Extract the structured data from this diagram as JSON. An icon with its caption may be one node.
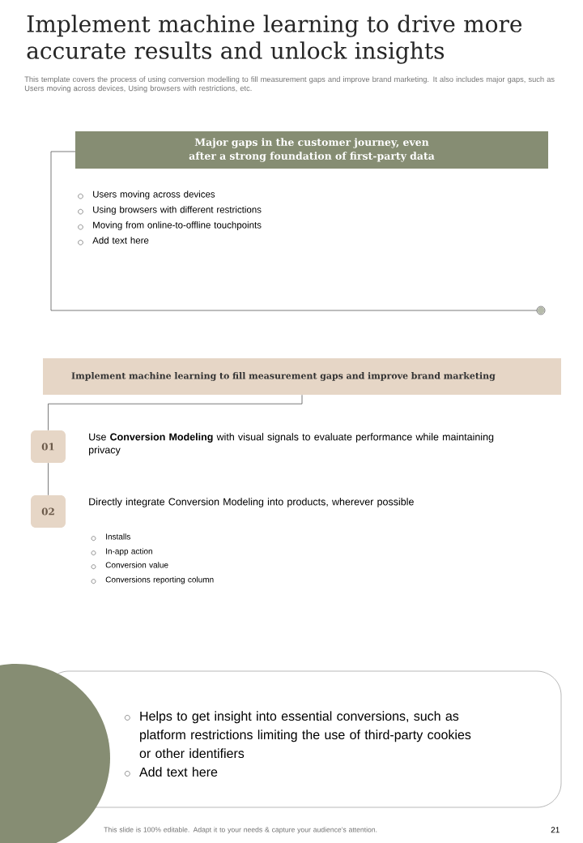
{
  "diagram": {
    "title": "Implement machine learning to drive more accurate results and unlock insights",
    "nodes": [
      {
        "text": [
          "Major gaps in the customer journey, even after a strong foundation of first-party data"
        ]
      },
      {
        "text": [
          "Implement machine learning to fill measurement gaps and improve brand marketing"
        ]
      },
      {
        "text": [
          "01"
        ],
        "beside": [
          "Use **Conversion Modeling** with visual signals to evaluate performance while maintaining privacy"
        ]
      },
      {
        "text": [
          "02"
        ],
        "beside": [
          "Directly integrate Conversion Modeling into products, wherever possible"
        ]
      },
      {
        "text": [
          "Helps to get insight into essential conversions, such as platform restrictions limiting the use of third-party cookies or other identifiers",
          "Add text here"
        ]
      }
    ],
    "edges": [
      {
        "from": 1,
        "to": 2,
        "arrow": "none"
      },
      {
        "from": 2,
        "to": 3,
        "arrow": "none"
      }
    ],
    "labels": [
      "This template covers the process of using conversion modelling to fill measurement gaps and improve brand marketing. It also includes major gaps, such as Users moving across devices, Using browsers with restrictions, etc.",
      "Users moving across devices",
      "Using browsers with different restrictions",
      "Moving from online-to-offline touchpoints",
      "Add text here",
      "Installs",
      "In-app action",
      "Conversion value",
      "Conversions reporting column",
      "This slide is 100% editable. Adapt it to your needs & capture your audience’s attention.",
      "21"
    ]
  }
}
